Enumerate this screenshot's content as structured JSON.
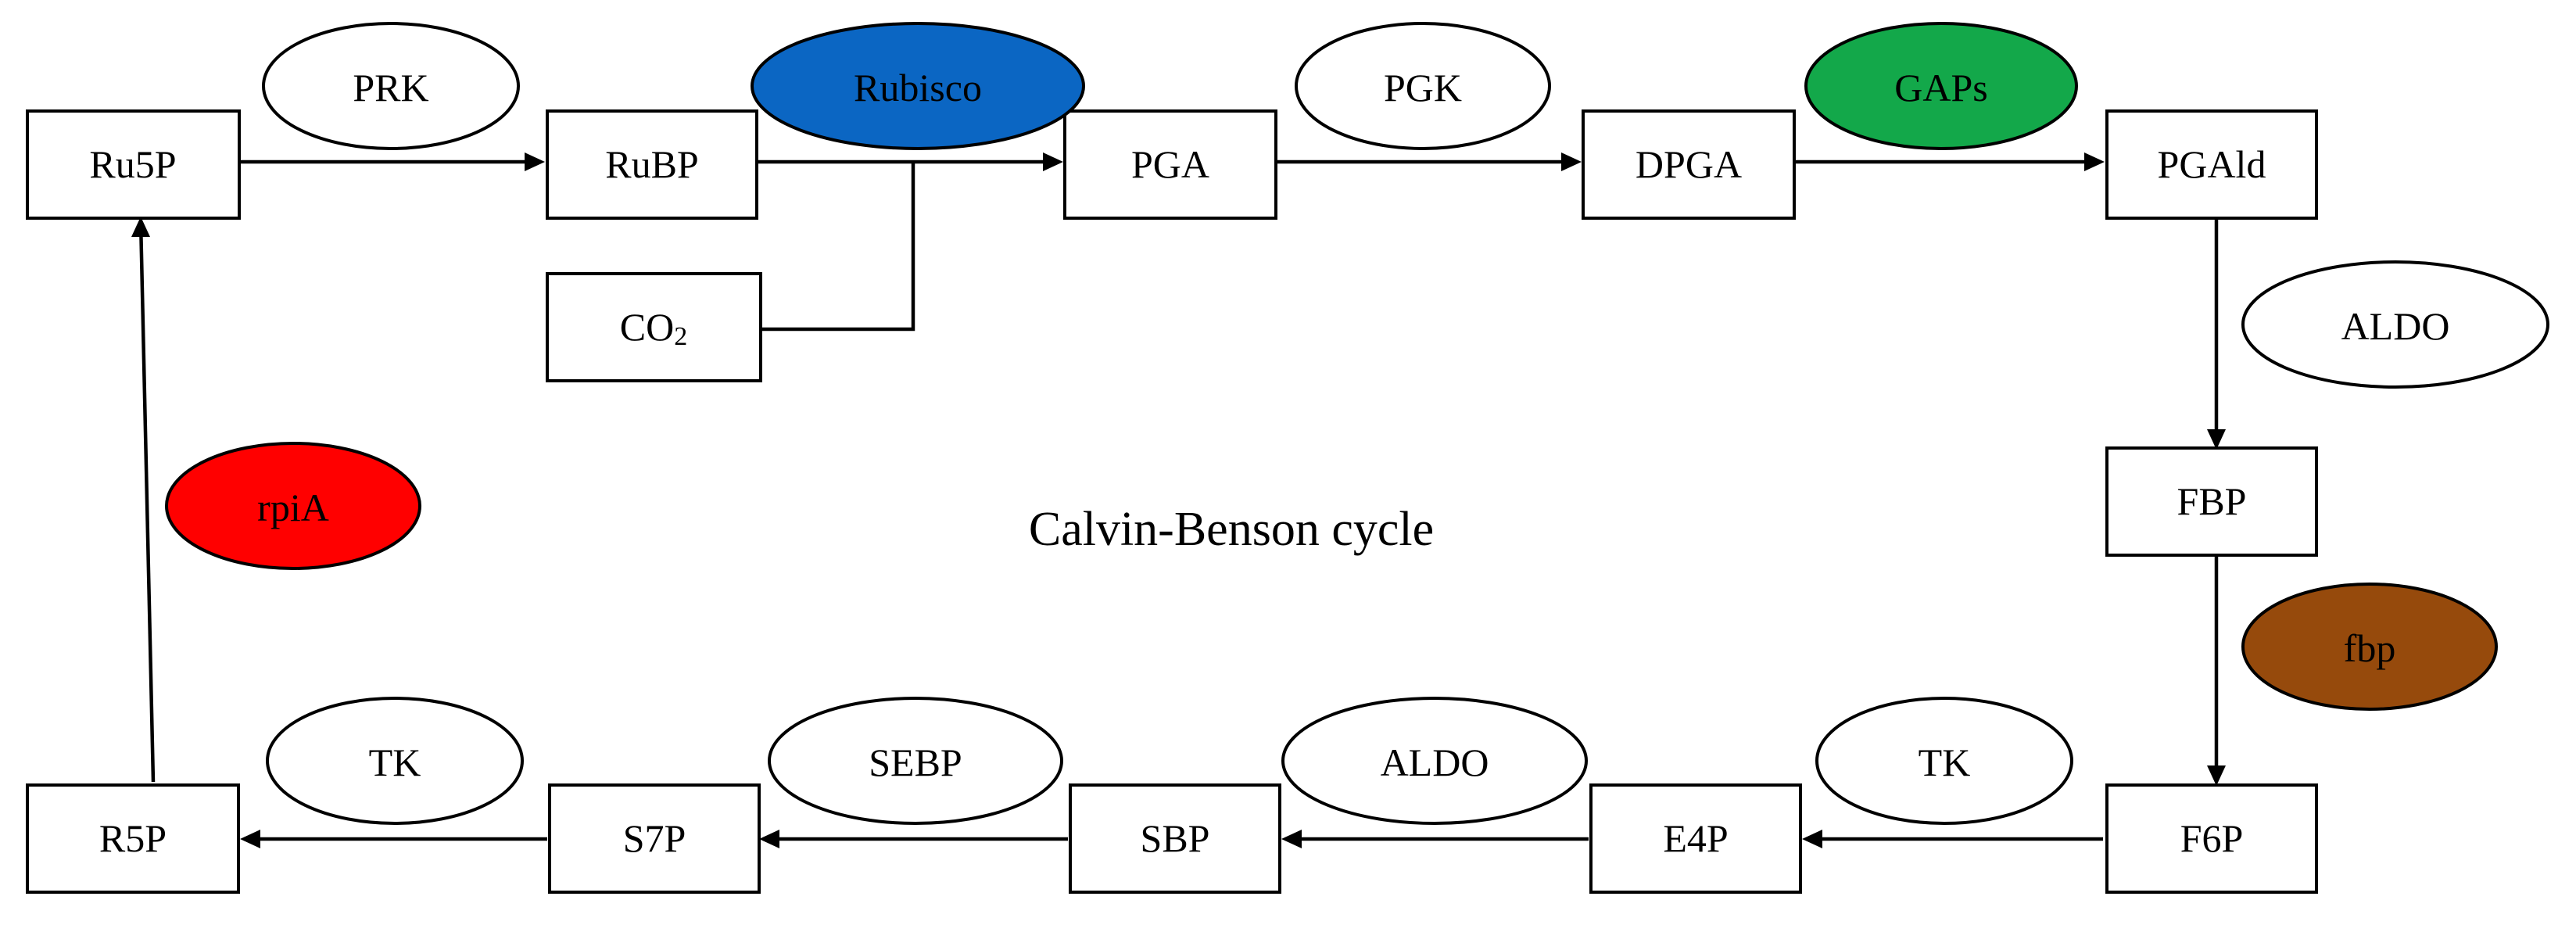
{
  "title": "Calvin-Benson cycle",
  "metabolites": {
    "ru5p": "Ru5P",
    "rubp": "RuBP",
    "pga": "PGA",
    "dpga": "DPGA",
    "pgald": "PGAld",
    "co2": {
      "base": "CO",
      "sub": "2"
    },
    "fbp": "FBP",
    "f6p": "F6P",
    "e4p": "E4P",
    "sbp": "SBP",
    "s7p": "S7P",
    "r5p": "R5P"
  },
  "enzymes": {
    "prk": {
      "label": "PRK",
      "color": "#ffffff"
    },
    "rubisco": {
      "label": "Rubisco",
      "color": "#0b66c3"
    },
    "pgk": {
      "label": "PGK",
      "color": "#ffffff"
    },
    "gaps": {
      "label": "GAPs",
      "color": "#13a84a"
    },
    "aldo1": {
      "label": "ALDO",
      "color": "#ffffff"
    },
    "fbpase": {
      "label": "fbp",
      "color": "#964a0c"
    },
    "tk1": {
      "label": "TK",
      "color": "#ffffff"
    },
    "aldo2": {
      "label": "ALDO",
      "color": "#ffffff"
    },
    "sebp": {
      "label": "SEBP",
      "color": "#ffffff"
    },
    "tk2": {
      "label": "TK",
      "color": "#ffffff"
    },
    "rpia": {
      "label": "rpiA",
      "color": "#ff0000"
    }
  }
}
